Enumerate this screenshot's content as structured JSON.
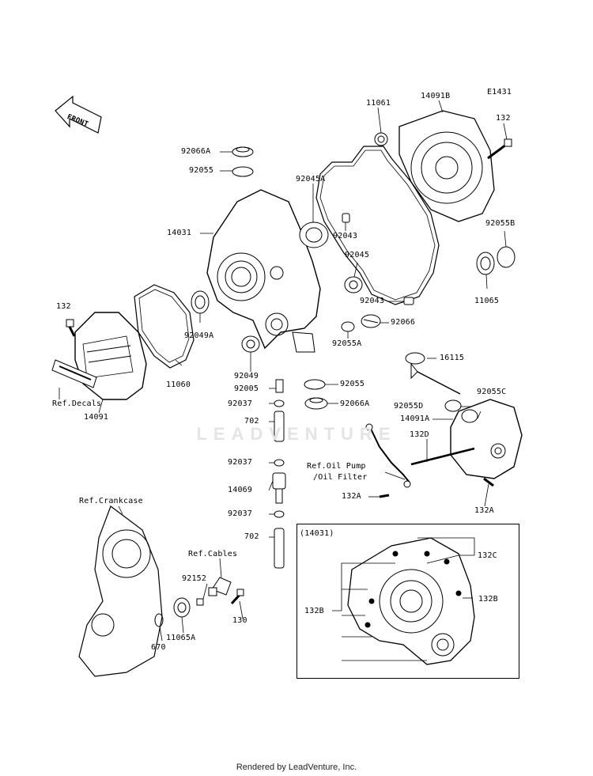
{
  "diagram": {
    "code": "E1431",
    "front_arrow": "FRONT",
    "watermark": "LEADVENTURE",
    "footer": "Rendered by LeadVenture, Inc.",
    "inset_title": "(14031)",
    "labels": {
      "p11061": "11061",
      "p14091B": "14091B",
      "p132_top": "132",
      "p92066A_top": "92066A",
      "p92055_top": "92055",
      "p92045A": "92045A",
      "p14031": "14031",
      "p92043_a": "92043",
      "p92045": "92045",
      "p92055B": "92055B",
      "p11065": "11065",
      "p92043_b": "92043",
      "p132_left": "132",
      "p92049A": "92049A",
      "p92066": "92066",
      "p92055A": "92055A",
      "p16115": "16115",
      "p11060": "11060",
      "p92049": "92049",
      "p92055_mid": "92055",
      "p92005": "92005",
      "ref_decals": "Ref.Decals",
      "p14091": "14091",
      "p92037_a": "92037",
      "p92066A_mid": "92066A",
      "p92055D": "92055D",
      "p92055C": "92055C",
      "p14091A": "14091A",
      "p702_a": "702",
      "p132D": "132D",
      "p92037_b": "92037",
      "ref_oil_pump": "Ref.Oil Pump",
      "ref_oil_filter": "/Oil Filter",
      "p14069": "14069",
      "p132A_left": "132A",
      "p132A_right": "132A",
      "ref_crankcase": "Ref.Crankcase",
      "p92037_c": "92037",
      "p702_b": "702",
      "ref_cables": "Ref.Cables",
      "p92152": "92152",
      "p11065A": "11065A",
      "p130": "130",
      "p670": "670",
      "p132C": "132C",
      "p132B_right": "132B",
      "p132B_left": "132B"
    }
  }
}
